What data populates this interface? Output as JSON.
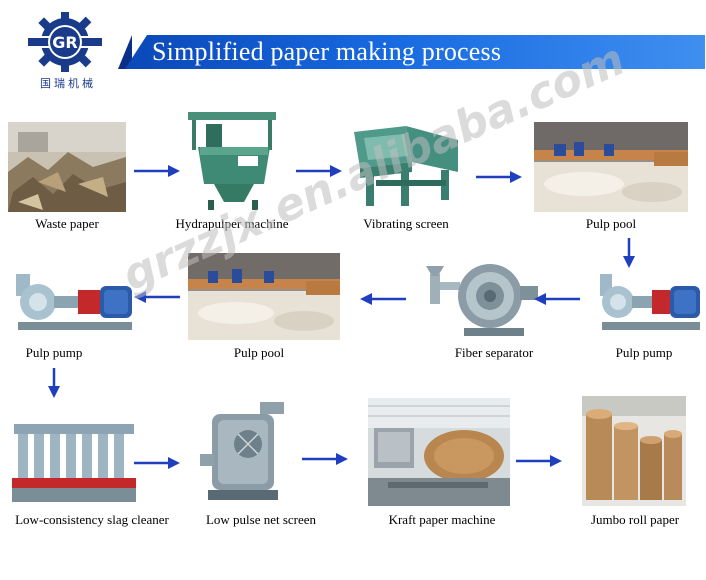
{
  "header": {
    "logo_letters": "GR",
    "logo_caption": "国瑞机械",
    "title": "Simplified paper making process"
  },
  "steps": [
    {
      "id": "waste-paper",
      "label": "Waste paper"
    },
    {
      "id": "hydrapulper-machine",
      "label": "Hydrapulper machine"
    },
    {
      "id": "vibrating-screen",
      "label": "Vibrating screen"
    },
    {
      "id": "pulp-pool-1",
      "label": "Pulp pool"
    },
    {
      "id": "pulp-pump-2",
      "label": "Pulp pump"
    },
    {
      "id": "fiber-separator",
      "label": "Fiber separator"
    },
    {
      "id": "pulp-pool-2",
      "label": "Pulp pool"
    },
    {
      "id": "pulp-pump-1",
      "label": "Pulp pump"
    },
    {
      "id": "slag-cleaner",
      "label": "Low-consistency slag cleaner"
    },
    {
      "id": "pulse-net-screen",
      "label": "Low pulse net screen"
    },
    {
      "id": "kraft-paper-machine",
      "label": "Kraft paper machine"
    },
    {
      "id": "jumbo-roll-paper",
      "label": "Jumbo roll paper"
    }
  ],
  "watermark": "grzzjx.en.alibaba.com",
  "colors": {
    "title_bar": "#1769e0",
    "arrow": "#1f3fbf",
    "logo_blue": "#1a3a8a"
  }
}
